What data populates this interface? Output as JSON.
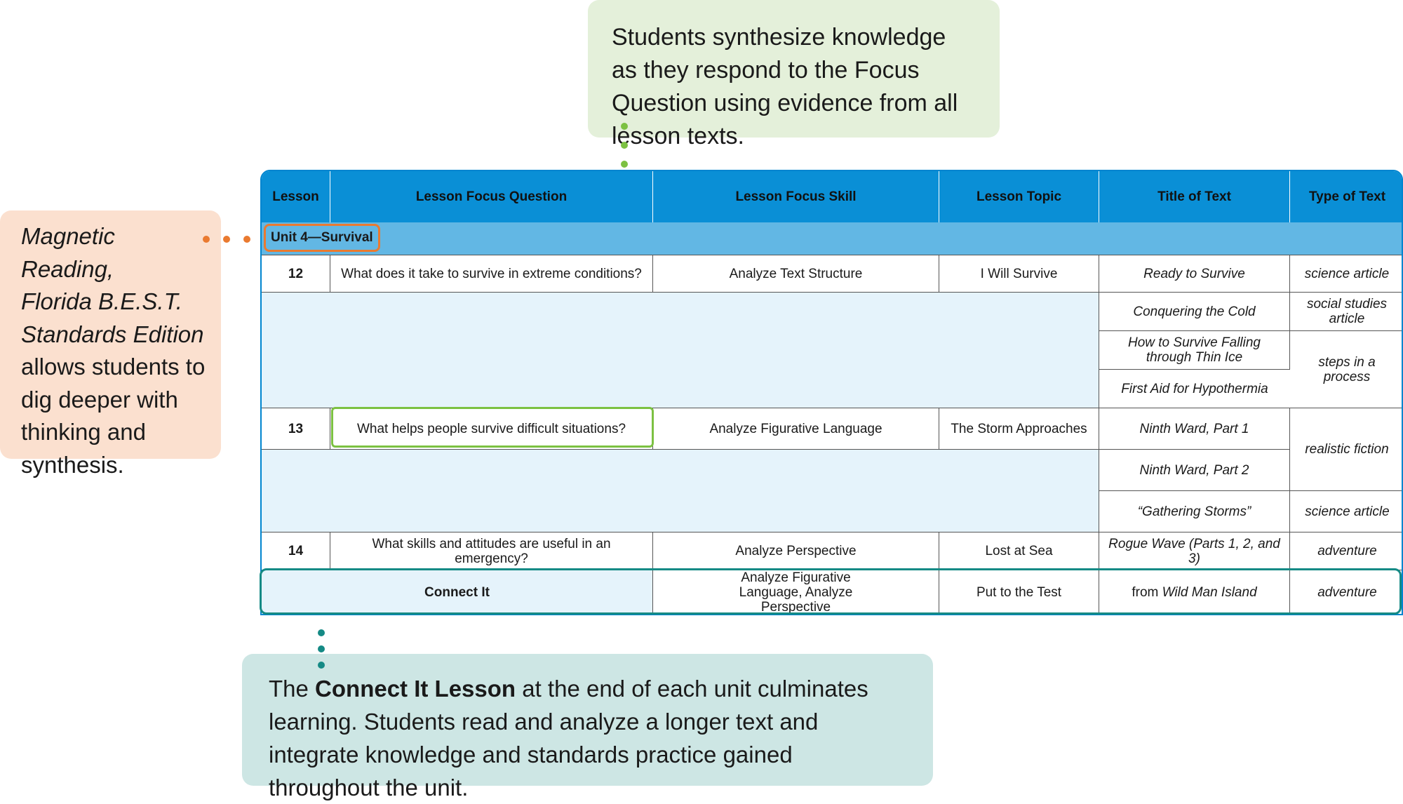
{
  "callouts": {
    "top": "Students synthesize knowledge as they respond to the Focus Question using evidence from all lesson texts.",
    "left_italic_1": "Magnetic Reading,",
    "left_italic_2": "Florida B.E.S.T.",
    "left_italic_3": "Standards Edition",
    "left_rest": "allows students to dig deeper with thinking and synthesis.",
    "bottom_pre": "The ",
    "bottom_bold": "Connect It Lesson",
    "bottom_post": " at the end of each unit culminates learning. Students read and analyze a longer text and integrate knowledge and standards practice gained throughout the unit."
  },
  "table": {
    "headers": [
      "Lesson",
      "Lesson Focus Question",
      "Lesson Focus Skill",
      "Lesson Topic",
      "Title of Text",
      "Type of Text"
    ],
    "unit_label": "Unit 4—Survival",
    "lesson12": {
      "number": "12",
      "question": "What does it take to survive in extreme conditions?",
      "skill": "Analyze Text Structure",
      "topic": "I Will Survive",
      "texts": [
        "Ready to Survive",
        "Conquering the Cold",
        "How to Survive Falling through Thin Ice",
        "First Aid for Hypothermia"
      ],
      "types": [
        "science article",
        "social studies article",
        "steps in a process"
      ]
    },
    "lesson13": {
      "number": "13",
      "question": "What helps people survive difficult situations?",
      "skill": "Analyze Figurative Language",
      "topic": "The Storm Approaches",
      "texts": [
        "Ninth Ward, Part 1",
        "Ninth Ward, Part 2",
        "“Gathering Storms”"
      ],
      "types": [
        "realistic fiction",
        "science article"
      ]
    },
    "lesson14": {
      "number": "14",
      "question": "What skills and attitudes are useful in an emergency?",
      "skill": "Analyze Perspective",
      "topic": "Lost at Sea",
      "text": "Rogue Wave (Parts 1, 2, and 3)",
      "type": "adventure"
    },
    "connect": {
      "label": "Connect It",
      "skill": "Analyze Figurative Language, Analyze Perspective",
      "topic": "Put to the Test",
      "text_prefix": "from ",
      "text_title": "Wild Man Island",
      "type": "adventure"
    }
  },
  "colors": {
    "header_blue": "#0a8fd6",
    "unit_blue": "#62b7e4",
    "green_accent": "#7cc142",
    "orange_accent": "#ea7a30",
    "teal_accent": "#158a85"
  }
}
